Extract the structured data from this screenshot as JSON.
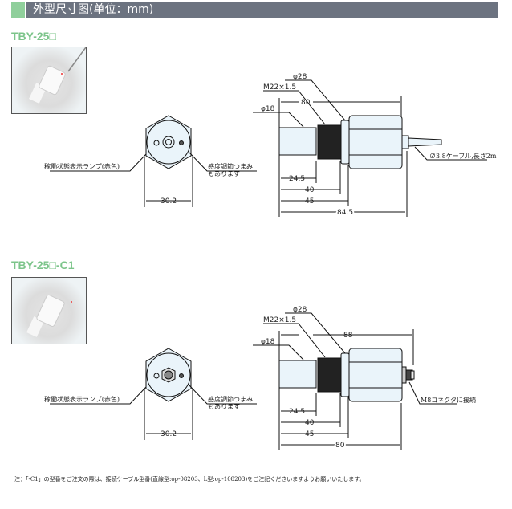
{
  "header": {
    "title": "外型尺寸图(单位：mm)"
  },
  "sections": [
    {
      "model": "TBY-25□",
      "lamp_label": "稼働状態表示ランプ(赤色)",
      "knob_label_1": "感度調節つまみ",
      "knob_label_2": "もあります",
      "width_dim": "30.2",
      "phi28": "φ28",
      "thread": "M22×1.5",
      "phi18": "φ18",
      "overall_top": "80",
      "d1": "24.5",
      "d2": "40",
      "d3": "45",
      "overall_bottom": "84.5",
      "end_label": "∅3.8ケーブル,長さ2m"
    },
    {
      "model": "TBY-25□-C1",
      "lamp_label": "稼働状態表示ランプ(赤色)",
      "knob_label_1": "感度調節つまみ",
      "knob_label_2": "もあります",
      "width_dim": "30.2",
      "phi28": "φ28",
      "thread": "M22×1.5",
      "phi18": "φ18",
      "overall_top": "88",
      "d1": "24.5",
      "d2": "40",
      "d3": "45",
      "overall_bottom": "80",
      "end_label": "M8コネクタに接続"
    }
  ],
  "note": "注：「-C1」の型番をご注文の際は、接続ケーブル型番(直線型:op-08203、L型:op-108203)をご注記くださいますようお願いいたします。"
}
